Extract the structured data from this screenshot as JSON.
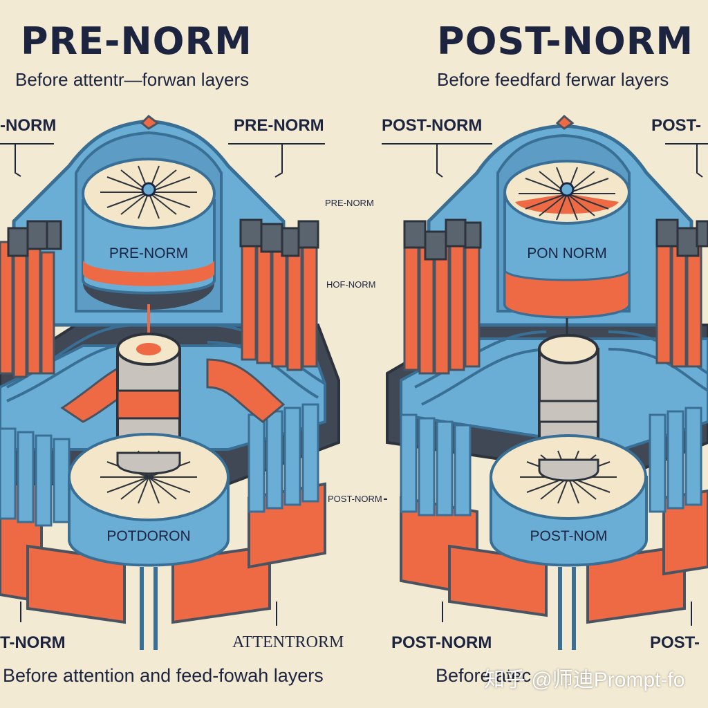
{
  "left": {
    "title": "PRE-NORM",
    "subtitle": "Before attentr—forwan layers",
    "callout_top_left": "-NORM",
    "callout_top_right": "PRE-NORM",
    "block_label": "PRE-NORM",
    "base_label": "POTDORON",
    "callout_bottom_left": "T-NORM",
    "callout_bottom_right": "ATTENTRORM",
    "bottom_text": "Before attention and feed-fowah layers"
  },
  "middle": {
    "label_1": "PRE-NORM",
    "label_2": "HOF-NORM",
    "label_3": "POST-NORM"
  },
  "right": {
    "title": "POST-NORM",
    "subtitle": "Before feedfard ferwar layers",
    "callout_top_left": "POST-NORM",
    "callout_top_right": "POST-",
    "block_label": "PON NORM",
    "base_label": "POST-NOM",
    "callout_bottom_left": "POST-NORM",
    "callout_bottom_right": "POST-",
    "bottom_text": "Before atec",
    "watermark": "知乎 @师迪Prompt-fo"
  },
  "colors": {
    "background": "#f3ead3",
    "blue": "#6aaed6",
    "blue_dark": "#3a6f95",
    "orange": "#ee6a45",
    "cream": "#f4e6c8",
    "ink": "#1d2440",
    "slate": "#4a5461"
  }
}
